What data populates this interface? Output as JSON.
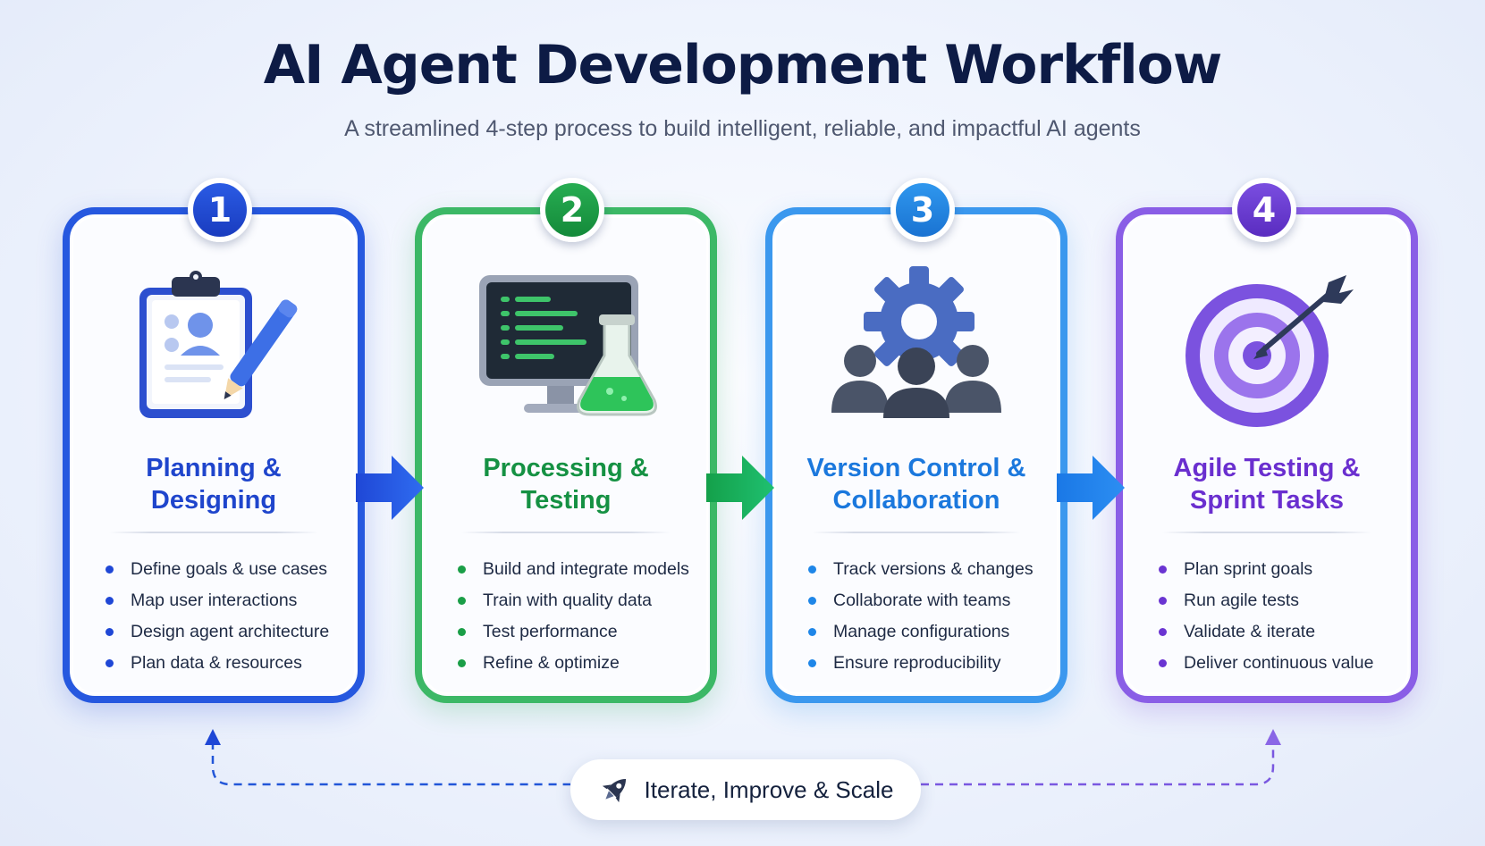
{
  "header": {
    "title": "AI Agent Development Workflow",
    "subtitle": "A streamlined 4-step process to build intelligent, reliable, and impactful AI agents"
  },
  "colors": {
    "step1": "#1f47d6",
    "step2": "#1a9e47",
    "step3": "#1e86e8",
    "step4": "#6a34d2",
    "title": "#0d1b45"
  },
  "steps": [
    {
      "number": "1",
      "title_line1": "Planning &",
      "title_line2": "Designing",
      "icon": "clipboard-pencil-icon",
      "bullets": [
        "Define goals & use cases",
        "Map user interactions",
        "Design agent architecture",
        "Plan data & resources"
      ]
    },
    {
      "number": "2",
      "title_line1": "Processing &",
      "title_line2": "Testing",
      "icon": "monitor-flask-icon",
      "bullets": [
        "Build and integrate models",
        "Train with quality data",
        "Test performance",
        "Refine & optimize"
      ]
    },
    {
      "number": "3",
      "title_line1": "Version Control &",
      "title_line2": "Collaboration",
      "icon": "gear-team-icon",
      "bullets": [
        "Track versions & changes",
        "Collaborate with teams",
        "Manage configurations",
        "Ensure reproducibility"
      ]
    },
    {
      "number": "4",
      "title_line1": "Agile Testing &",
      "title_line2": "Sprint Tasks",
      "icon": "target-arrow-icon",
      "bullets": [
        "Plan sprint goals",
        "Run agile tests",
        "Validate & iterate",
        "Deliver continuous value"
      ]
    }
  ],
  "footer": {
    "label": "Iterate, Improve & Scale",
    "icon": "rocket-icon"
  }
}
